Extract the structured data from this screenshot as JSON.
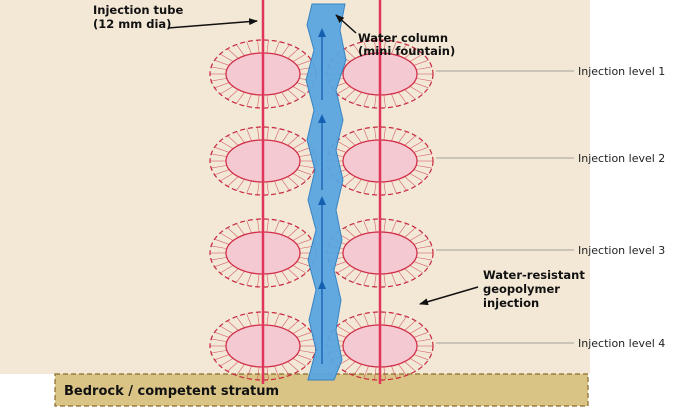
{
  "callouts": {
    "injection_tube": [
      "Injection tube",
      "(12 mm dia)"
    ],
    "water_column": [
      "Water column",
      "(mini fountain)"
    ],
    "geopolymer": [
      "Water-resistant",
      "geopolymer",
      "injection"
    ]
  },
  "levels": [
    {
      "label": "Injection level 1"
    },
    {
      "label": "Injection level 2"
    },
    {
      "label": "Injection level 3"
    },
    {
      "label": "Injection level 4"
    }
  ],
  "bedrock": {
    "label": "Bedrock / competent stratum"
  },
  "colors": {
    "soil": "#f3e8d6",
    "bedrock": "#d9c486",
    "bedrock_border": "#8a6a2a",
    "tube": "#e0355a",
    "bulb_fill": "#f5c9d2",
    "bulb_stroke": "#d2304a",
    "halo": "#c8283c",
    "water": "#5aa6e0",
    "water_stroke": "#2f7fc2",
    "arrow": "#1560b0"
  }
}
